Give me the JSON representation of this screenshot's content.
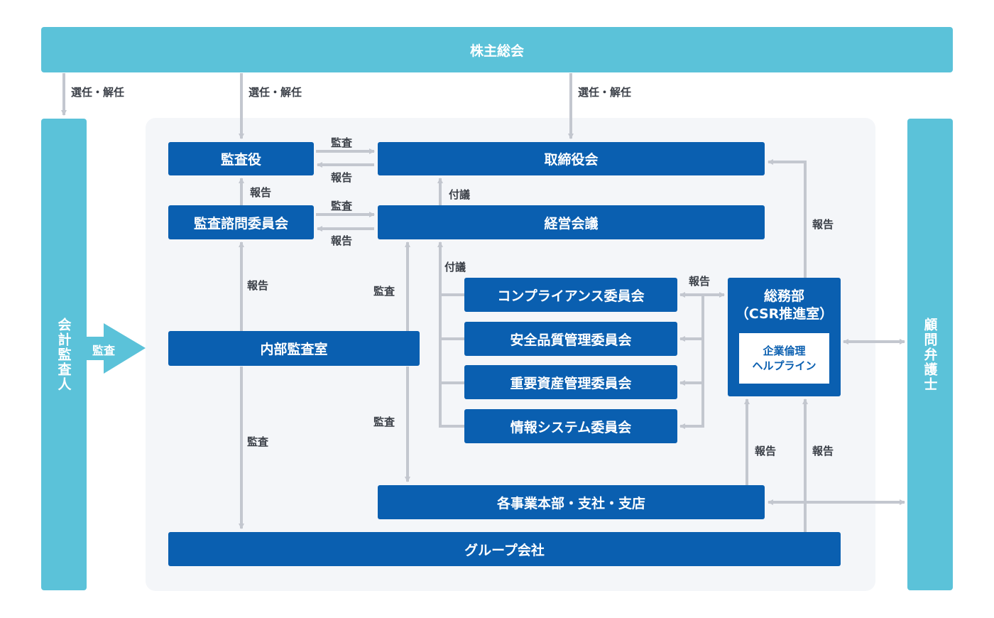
{
  "shareholders": "株主総会",
  "accounting_auditor": "会計監査人",
  "legal_counsel": "顧問弁護士",
  "audit_arrow": "監査",
  "boxes": {
    "kansayaku": "監査役",
    "torishimariyakukai": "取締役会",
    "advisory_committee": "監査諮問委員会",
    "management_meeting": "経営会議",
    "internal_audit": "内部監査室",
    "compliance": "コンプライアンス委員会",
    "safety_quality": "安全品質管理委員会",
    "important_assets": "重要資産管理委員会",
    "info_system": "情報システム委員会",
    "general_affairs_line1": "総務部",
    "general_affairs_line2": "（CSR推進室）",
    "hotline_line1": "企業倫理",
    "hotline_line2": "ヘルプライン",
    "divisions": "各事業本部・支社・支店",
    "group": "グループ会社"
  },
  "labels": {
    "elect_dismiss": "選任・解任",
    "audit": "監査",
    "report": "報告",
    "refer": "付議"
  },
  "colors": {
    "cyan": "#5bc2d9",
    "navy": "#0a5fb0",
    "arrow": "#c3c7cf",
    "panel": "#f4f6f9"
  }
}
